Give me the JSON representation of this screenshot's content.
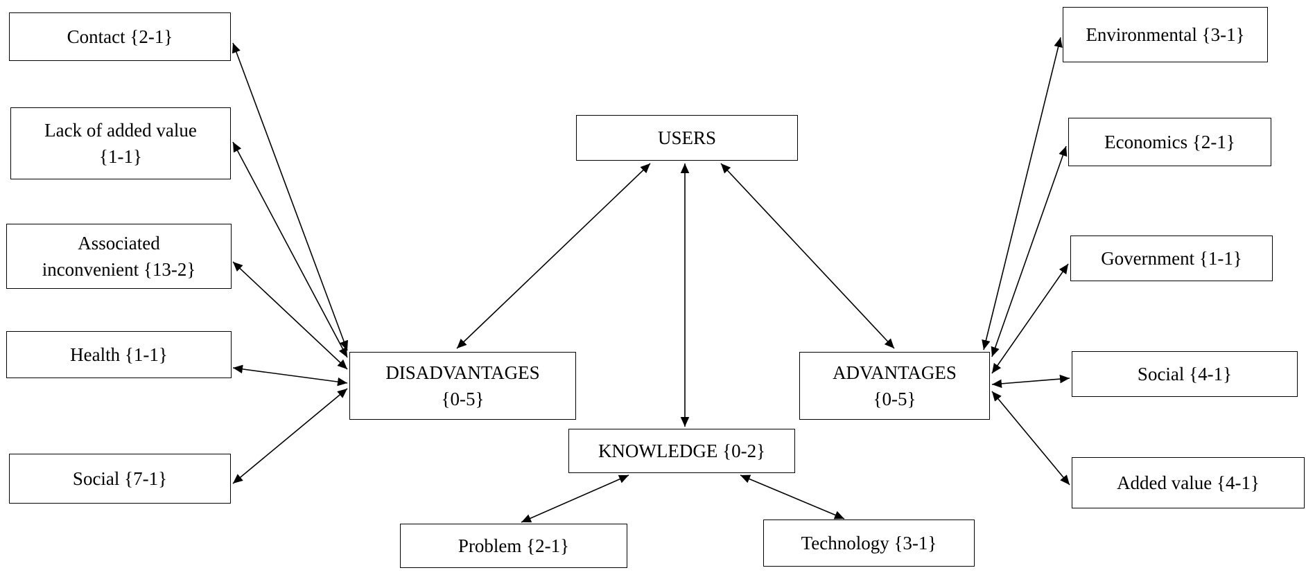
{
  "nodes": {
    "users": {
      "lines": [
        "USERS"
      ]
    },
    "disadvantages": {
      "lines": [
        "DISADVANTAGES",
        "{0-5}"
      ]
    },
    "advantages": {
      "lines": [
        "ADVANTAGES",
        "{0-5}"
      ]
    },
    "knowledge": {
      "lines": [
        "KNOWLEDGE {0-2}"
      ]
    },
    "contact": {
      "lines": [
        "Contact {2-1}"
      ]
    },
    "lack_added_value": {
      "lines": [
        "Lack of added value",
        "{1-1}"
      ]
    },
    "associated_inconvenient": {
      "lines": [
        "Associated",
        "inconvenient {13-2}"
      ]
    },
    "health": {
      "lines": [
        "Health {1-1}"
      ]
    },
    "social_disadv": {
      "lines": [
        "Social {7-1}"
      ]
    },
    "environmental": {
      "lines": [
        "Environmental {3-1}"
      ]
    },
    "economics": {
      "lines": [
        "Economics {2-1}"
      ]
    },
    "government": {
      "lines": [
        "Government {1-1}"
      ]
    },
    "social_adv": {
      "lines": [
        "Social {4-1}"
      ]
    },
    "added_value": {
      "lines": [
        "Added value {4-1}"
      ]
    },
    "problem": {
      "lines": [
        "Problem {2-1}"
      ]
    },
    "technology": {
      "lines": [
        "Technology {3-1}"
      ]
    }
  },
  "connections": [
    {
      "from": "users",
      "to": "disadvantages",
      "type": "bidirectional"
    },
    {
      "from": "users",
      "to": "knowledge",
      "type": "bidirectional"
    },
    {
      "from": "users",
      "to": "advantages",
      "type": "bidirectional"
    },
    {
      "from": "disadvantages",
      "to": "contact",
      "type": "bidirectional"
    },
    {
      "from": "disadvantages",
      "to": "lack_added_value",
      "type": "bidirectional"
    },
    {
      "from": "disadvantages",
      "to": "associated_inconvenient",
      "type": "bidirectional"
    },
    {
      "from": "disadvantages",
      "to": "health",
      "type": "bidirectional"
    },
    {
      "from": "disadvantages",
      "to": "social_disadv",
      "type": "bidirectional"
    },
    {
      "from": "advantages",
      "to": "environmental",
      "type": "bidirectional"
    },
    {
      "from": "advantages",
      "to": "economics",
      "type": "bidirectional"
    },
    {
      "from": "advantages",
      "to": "government",
      "type": "bidirectional"
    },
    {
      "from": "advantages",
      "to": "social_adv",
      "type": "bidirectional"
    },
    {
      "from": "advantages",
      "to": "added_value",
      "type": "bidirectional"
    },
    {
      "from": "knowledge",
      "to": "problem",
      "type": "bidirectional"
    },
    {
      "from": "knowledge",
      "to": "technology",
      "type": "bidirectional"
    }
  ]
}
